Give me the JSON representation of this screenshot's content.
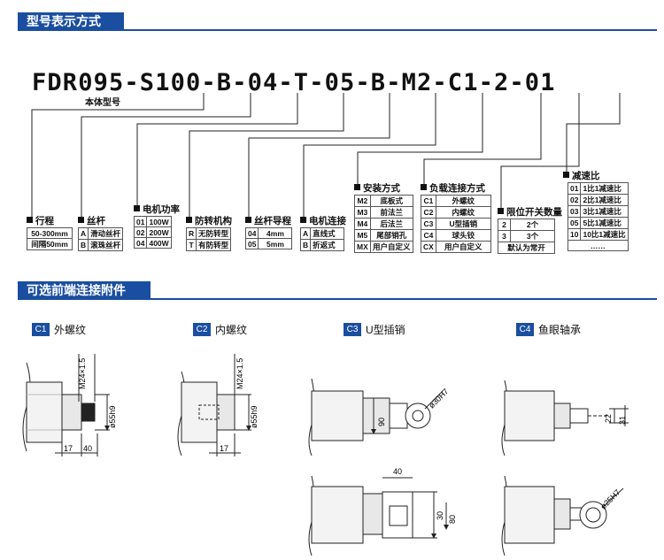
{
  "sections": {
    "model_title": "型号表示方式",
    "accessory_title": "可选前端连接附件"
  },
  "model": {
    "code_chars": [
      "F",
      "D",
      "R",
      "0",
      "9",
      "5",
      "-",
      "S",
      "1",
      "0",
      "0",
      "-",
      "B",
      "-",
      "0",
      "4",
      "-",
      "T",
      "-",
      "0",
      "5",
      "-",
      "B",
      "-",
      "M",
      "2",
      "-",
      "C",
      "1",
      "-",
      "2",
      "-",
      "0",
      "1"
    ],
    "body_label": "本体型号"
  },
  "fields": {
    "stroke": {
      "label": "行程",
      "rows": [
        [
          "50-300mm"
        ],
        [
          "间隔50mm"
        ]
      ]
    },
    "screw": {
      "label": "丝杆",
      "rows": [
        [
          "A",
          "滑动丝杆"
        ],
        [
          "B",
          "滚珠丝杆"
        ]
      ]
    },
    "power": {
      "label": "电机功率",
      "rows": [
        [
          "01",
          "100W"
        ],
        [
          "02",
          "200W"
        ],
        [
          "04",
          "400W"
        ]
      ]
    },
    "antirot": {
      "label": "防转机构",
      "rows": [
        [
          "R",
          "无防转型"
        ],
        [
          "T",
          "有防转型"
        ]
      ]
    },
    "lead": {
      "label": "丝杆导程",
      "rows": [
        [
          "04",
          "4mm"
        ],
        [
          "05",
          "5mm"
        ]
      ]
    },
    "motor_conn": {
      "label": "电机连接",
      "rows": [
        [
          "A",
          "直线式"
        ],
        [
          "B",
          "折返式"
        ]
      ]
    },
    "mount": {
      "label": "安装方式",
      "rows": [
        [
          "M2",
          "底板式"
        ],
        [
          "M3",
          "前法兰"
        ],
        [
          "M4",
          "后法兰"
        ],
        [
          "M5",
          "尾部销孔"
        ],
        [
          "MX",
          "用户自定义"
        ]
      ]
    },
    "load_conn": {
      "label": "负载连接方式",
      "rows": [
        [
          "C1",
          "外螺纹"
        ],
        [
          "C2",
          "内螺纹"
        ],
        [
          "C3",
          "U型插销"
        ],
        [
          "C4",
          "球头铰"
        ],
        [
          "CX",
          "用户自定义"
        ]
      ]
    },
    "limit": {
      "label": "限位开关数量",
      "rows": [
        [
          "2",
          "2个"
        ],
        [
          "3",
          "3个"
        ]
      ],
      "note": "默认为常开"
    },
    "reducer": {
      "label": "减速比",
      "rows": [
        [
          "01",
          "1比1减速比"
        ],
        [
          "02",
          "2比1减速比"
        ],
        [
          "03",
          "3比1减速比"
        ],
        [
          "05",
          "5比1减速比"
        ],
        [
          "10",
          "10比1减速比"
        ]
      ],
      "more": "……"
    }
  },
  "accessories": [
    {
      "code": "C1",
      "name": "外螺纹"
    },
    {
      "code": "C2",
      "name": "内螺纹"
    },
    {
      "code": "C3",
      "name": "U型插销"
    },
    {
      "code": "C4",
      "name": "鱼眼轴承"
    }
  ],
  "dims": {
    "c1": {
      "thread": "M24×1.5",
      "dia": "ø55h9",
      "a": "17",
      "b": "40"
    },
    "c2": {
      "thread": "M24×1.5",
      "dia": "ø55h9",
      "a": "17"
    },
    "c3": {
      "pin": "ø30H7",
      "h": "90",
      "w": "40",
      "s1": "30",
      "s2": "80"
    },
    "c4": {
      "a": "22",
      "b": "31",
      "eye": "ø25H7"
    }
  },
  "colors": {
    "accent": "#1a4ea0"
  }
}
